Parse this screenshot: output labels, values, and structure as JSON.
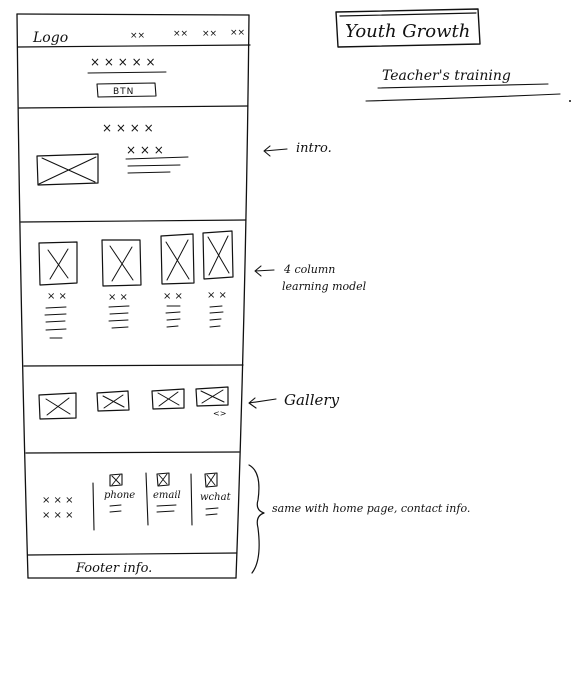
{
  "project": {
    "title": "Youth Growth",
    "subtitle": "Teacher's training"
  },
  "wireframe": {
    "header": {
      "logo": "Logo",
      "nav": [
        "××",
        "××",
        "××",
        "××"
      ]
    },
    "hero": {
      "heading": "× × × × ×",
      "button": "BTN"
    },
    "intro": {
      "heading": "× × × ×",
      "subheading": "× × ×"
    },
    "columns": [
      {
        "label": "× ×"
      },
      {
        "label": "× ×"
      },
      {
        "label": "× ×"
      },
      {
        "label": "× ×"
      }
    ],
    "gallery": {
      "arrows": "<>"
    },
    "contact": {
      "left_text": [
        "× × ×",
        "× × ×"
      ],
      "items": [
        {
          "label": "phone"
        },
        {
          "label": "email"
        },
        {
          "label": "wchat"
        }
      ]
    },
    "footer": "Footer info."
  },
  "annotations": {
    "intro": "intro.",
    "columns_line1": "4 column",
    "columns_line2": "learning model",
    "gallery": "Gallery",
    "contact": "same with home page, contact info."
  }
}
